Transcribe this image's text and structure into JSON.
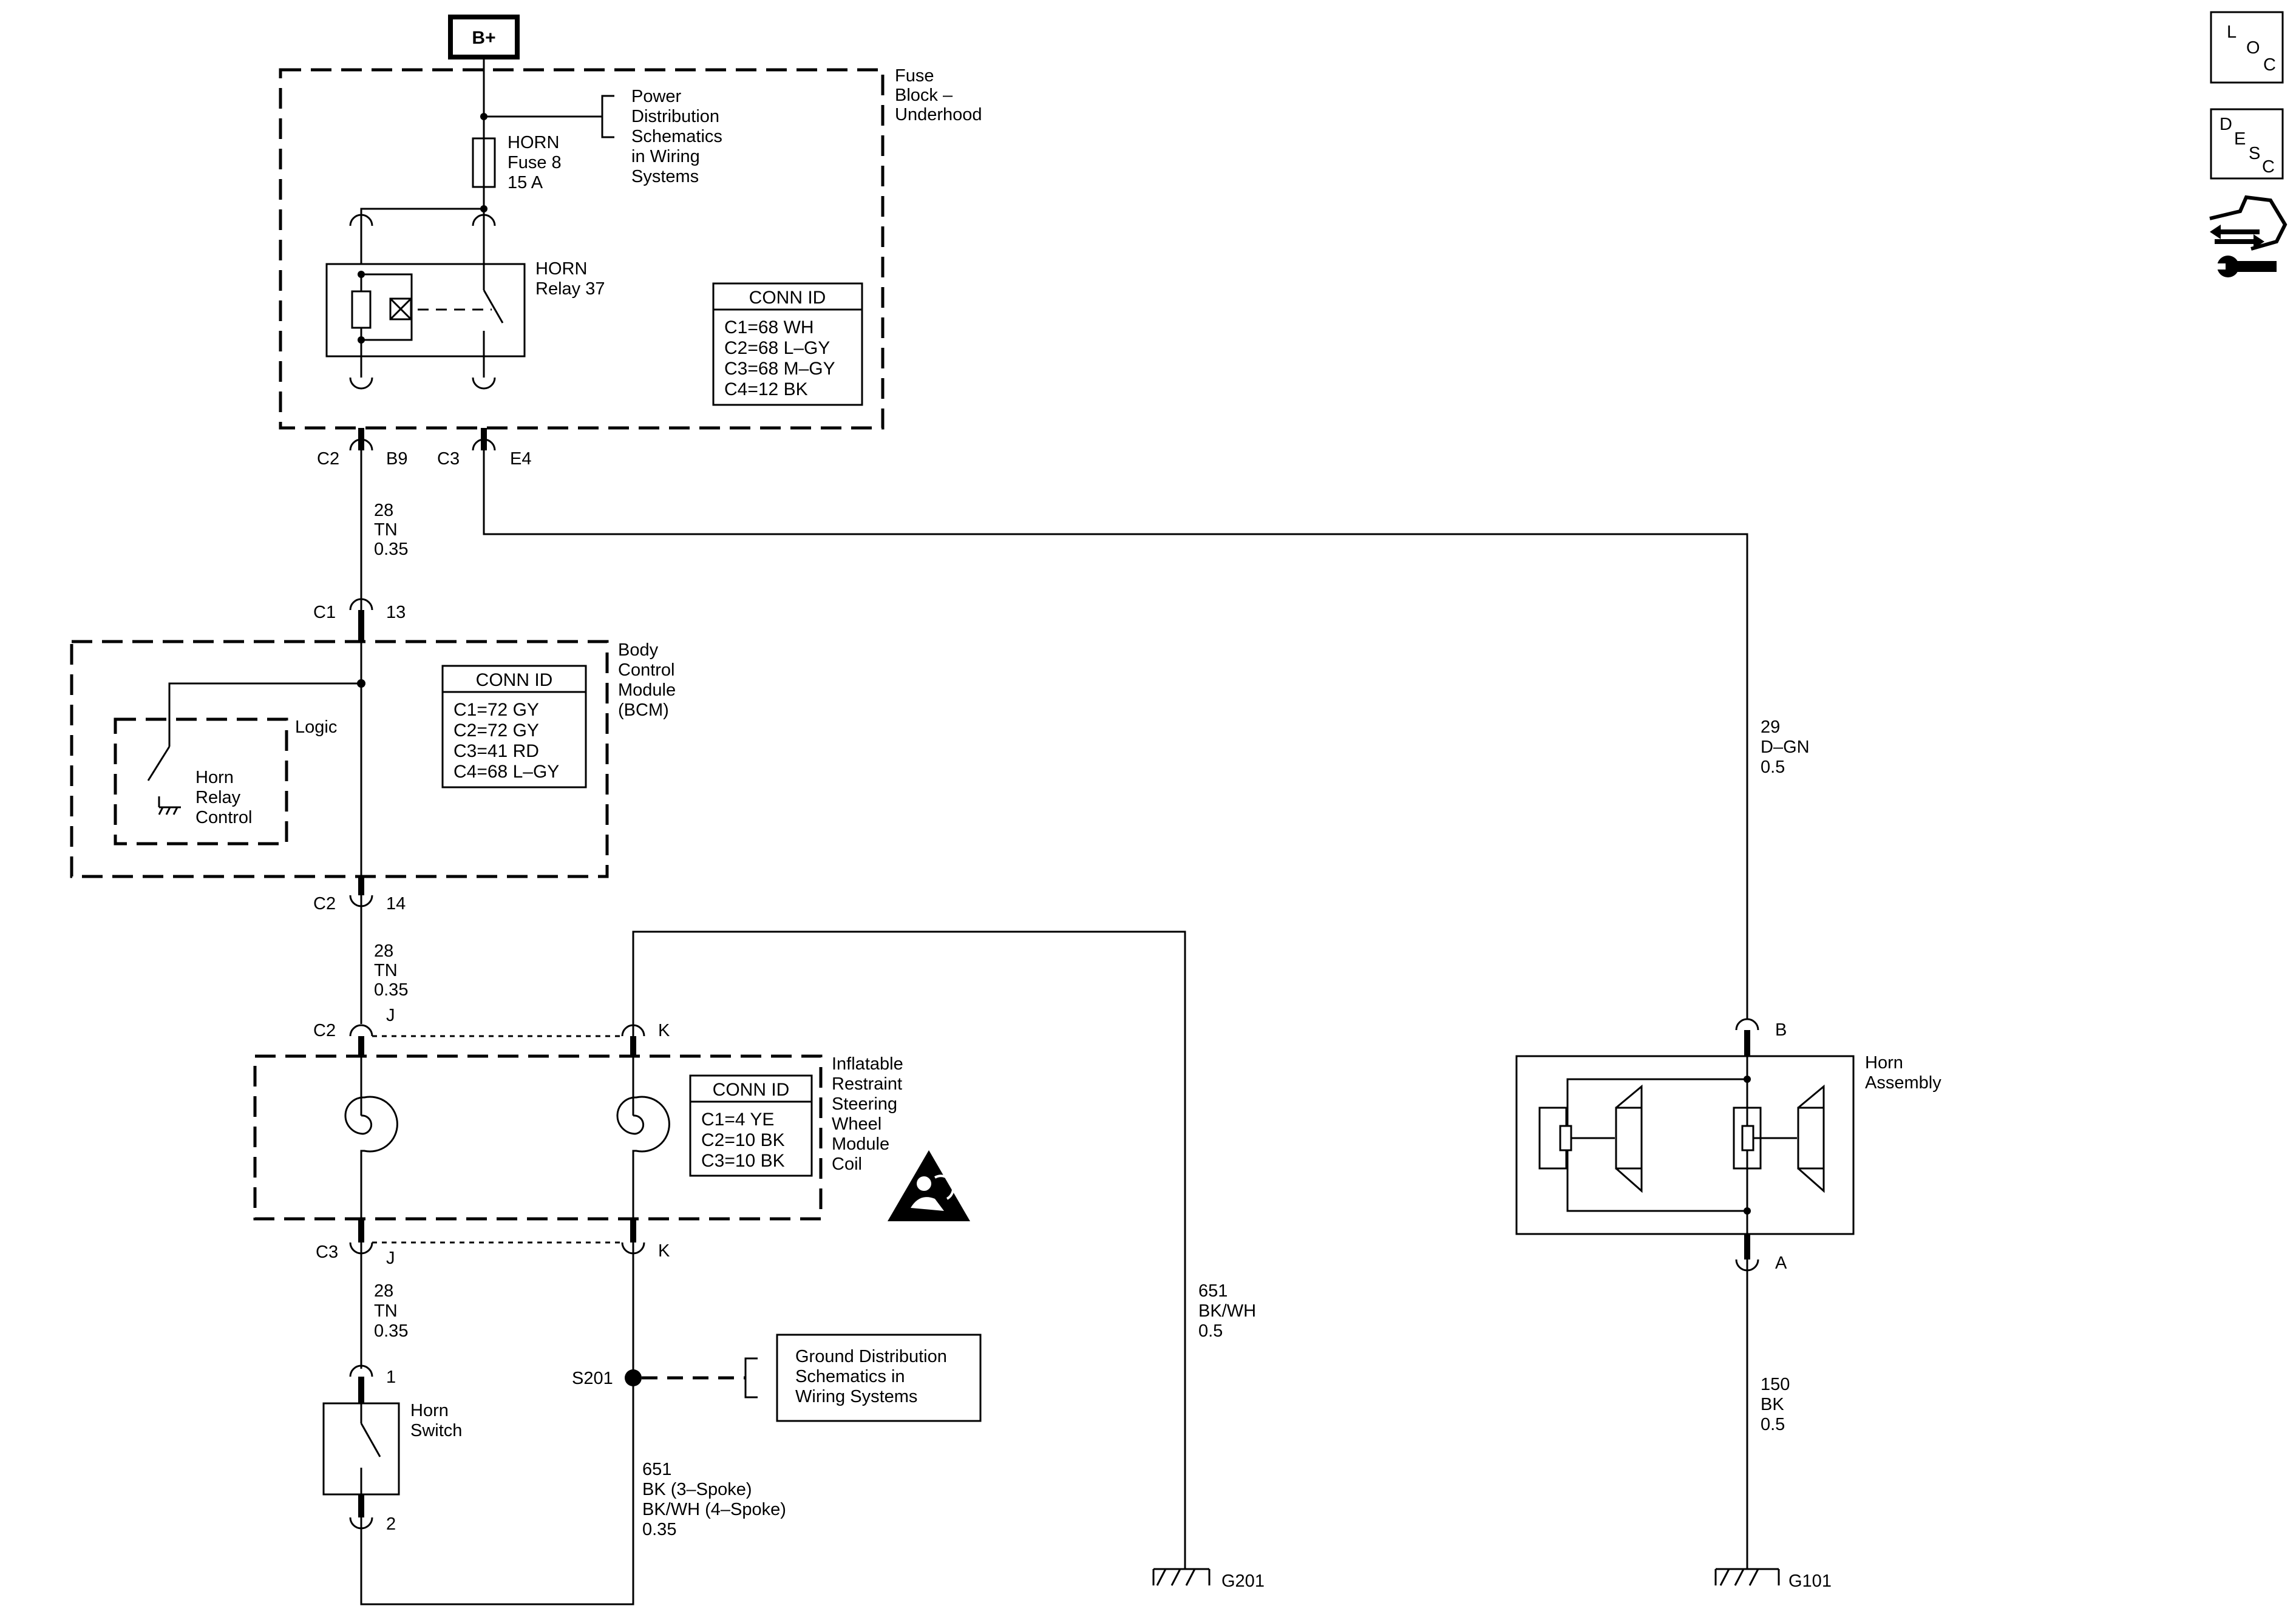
{
  "battery": "B+",
  "fuse_block": {
    "title": [
      "Fuse",
      "Block –",
      "Underhood"
    ],
    "power_ref": [
      "Power",
      "Distribution",
      "Schematics",
      "in Wiring",
      "Systems"
    ],
    "fuse": [
      "HORN",
      "Fuse 8",
      "15 A"
    ],
    "relay": [
      "HORN",
      "Relay 37"
    ],
    "conn_id": {
      "header": "CONN ID",
      "rows": [
        "C1=68 WH",
        "C2=68 L–GY",
        "C3=68 M–GY",
        "C4=12 BK"
      ]
    }
  },
  "connectors": {
    "fb_c2": "C2",
    "fb_b9": "B9",
    "fb_c3": "C3",
    "fb_e4": "E4",
    "bcm_c1": "C1",
    "bcm_13": "13",
    "bcm_c2": "C2",
    "bcm_14": "14",
    "coil_c2": "C2",
    "coil_j1": "J",
    "coil_k1": "K",
    "coil_c3": "C3",
    "coil_j2": "J",
    "coil_k2": "K",
    "sw_1": "1",
    "sw_2": "2",
    "horn_b": "B",
    "horn_a": "A"
  },
  "wires": {
    "w1": [
      "28",
      "TN",
      "0.35"
    ],
    "w2": [
      "28",
      "TN",
      "0.35"
    ],
    "w3": [
      "28",
      "TN",
      "0.35"
    ],
    "w_dgn": [
      "29",
      "D–GN",
      "0.5"
    ],
    "w_651": [
      "651",
      "BK/WH",
      "0.5"
    ],
    "w_651b": [
      "651",
      "BK (3–Spoke)",
      "BK/WH (4–Spoke)",
      "0.35"
    ],
    "w_150": [
      "150",
      "BK",
      "0.5"
    ]
  },
  "bcm": {
    "title": [
      "Body",
      "Control",
      "Module",
      "(BCM)"
    ],
    "logic": "Logic",
    "relay_control": [
      "Horn",
      "Relay",
      "Control"
    ],
    "conn_id": {
      "header": "CONN ID",
      "rows": [
        "C1=72 GY",
        "C2=72 GY",
        "C3=41 RD",
        "C4=68 L–GY"
      ]
    }
  },
  "coil": {
    "title": [
      "Inflatable",
      "Restraint",
      "Steering",
      "Wheel",
      "Module",
      "Coil"
    ],
    "conn_id": {
      "header": "CONN ID",
      "rows": [
        "C1=4 YE",
        "C2=10 BK",
        "C3=10 BK"
      ]
    }
  },
  "horn_switch": [
    "Horn",
    "Switch"
  ],
  "splice": "S201",
  "ground_ref": [
    "Ground Distribution",
    "Schematics in",
    "Wiring Systems"
  ],
  "horn_assembly": [
    "Horn",
    "Assembly"
  ],
  "grounds": {
    "g201": "G201",
    "g101": "G101"
  },
  "side_icons": {
    "loc": {
      "a": "L",
      "b": "O",
      "c": "C"
    },
    "desc": {
      "a": "D",
      "b": "E",
      "c": "S",
      "d": "C"
    },
    "connector_icon": "connector-wrench-icon"
  },
  "warning_icon": "airbag-warning-icon"
}
